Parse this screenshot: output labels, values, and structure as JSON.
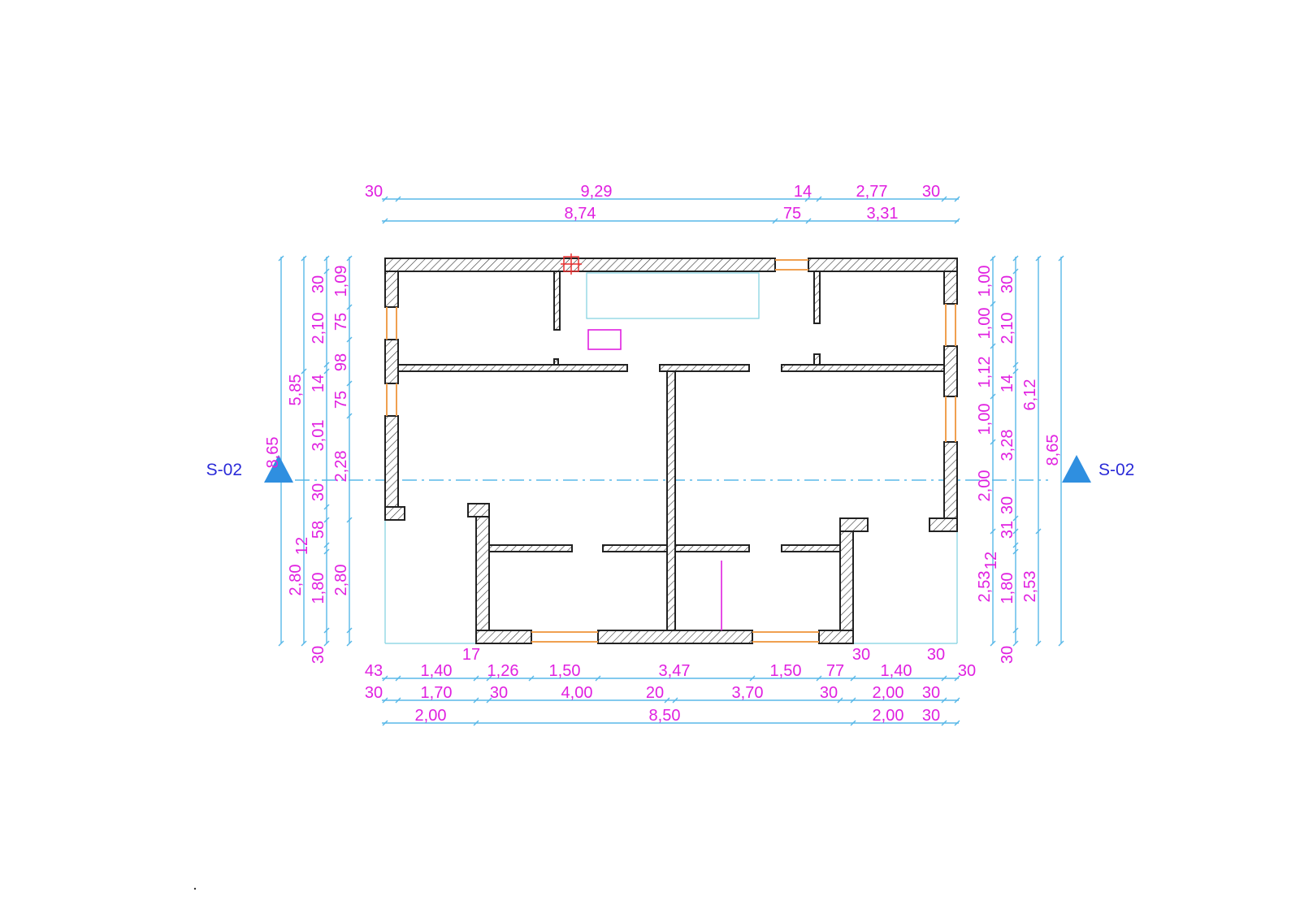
{
  "section": {
    "label": "S-02"
  },
  "dims": {
    "top": {
      "row1": [
        "30",
        "9,29",
        "14",
        "2,77",
        "30"
      ],
      "row2": [
        "8,74",
        "75",
        "3,31"
      ]
    },
    "left": {
      "col1": [
        "8,65"
      ],
      "col2": [
        "5,85",
        "2,80"
      ],
      "col3": [
        "30",
        "2,10",
        "14",
        "3,01",
        "30",
        "12",
        "1,80",
        "30"
      ],
      "col4": [
        "1,09",
        "75",
        "98",
        "75",
        "2,28",
        "58",
        "2,80"
      ]
    },
    "right": {
      "col1": [
        "1,00",
        "1,00",
        "1,12",
        "1,00",
        "2,00",
        "31",
        "2,53"
      ],
      "col2": [
        "30",
        "2,10",
        "14",
        "3,28",
        "30",
        "12",
        "1,80",
        "30"
      ],
      "col3": [
        "6,12",
        "2,53"
      ],
      "col4": [
        "8,65"
      ]
    },
    "bottom": {
      "row0": [
        "17",
        "30",
        "30"
      ],
      "row1": [
        "43",
        "1,40",
        "1,26",
        "1,50",
        "3,47",
        "1,50",
        "77",
        "1,40",
        "30"
      ],
      "row2": [
        "30",
        "1,70",
        "30",
        "4,00",
        "20",
        "3,70",
        "30",
        "2,00",
        "30"
      ],
      "row3": [
        "2,00",
        "8,50",
        "2,00",
        "30"
      ]
    }
  },
  "colors": {
    "dimension_text": "#e020e0",
    "dimension_line": "#58b8e8",
    "section_marker": "#2f8fe0",
    "section_text": "#2a2ad8",
    "opening": "#f0a050",
    "wall_outline": "#222222"
  }
}
